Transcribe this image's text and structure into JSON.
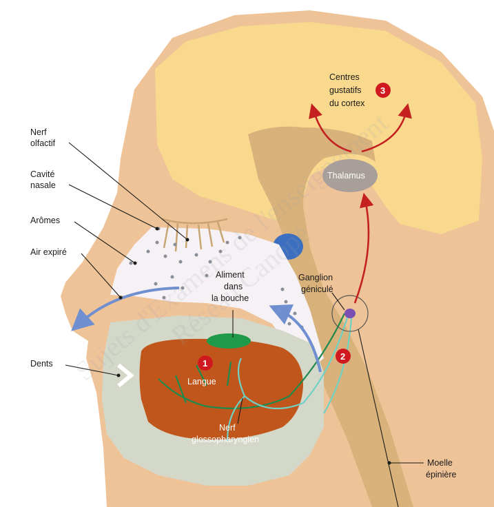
{
  "labels": {
    "nerf_olfactif": [
      "Nerf",
      "olfactif"
    ],
    "cavite_nasale": [
      "Cavité",
      "nasale"
    ],
    "aromes": "Arômes",
    "air_expire": "Air expiré",
    "dents": "Dents",
    "centres_gustatifs": [
      "Centres",
      "gustatifs",
      "du cortex"
    ],
    "thalamus": "Thalamus",
    "aliment": [
      "Aliment",
      "dans",
      "la bouche"
    ],
    "ganglion": [
      "Ganglion",
      "géniculé"
    ],
    "langue": "Langue",
    "nerf_glosso": [
      "Nerf",
      "glossopharyngien"
    ],
    "moelle": [
      "Moelle",
      "épinière"
    ]
  },
  "steps": [
    "1",
    "2",
    "3"
  ],
  "watermark": [
    "Sujets d'Examens de l'enseignement",
    "Réseau Canopé"
  ],
  "colors": {
    "skin": "#efc398",
    "brain": "#f8d98e",
    "brain_stem": "#d8b27a",
    "nasal_cavity": "#f6f1f4",
    "tongue": "#c0561b",
    "mouth_palate": "#d4d8c8",
    "nerve_green": "#1f8a4d",
    "nerve_teal": "#6fd1c5",
    "arrow_red": "#c42020",
    "arrow_blue": "#6f8fd0",
    "step_badge": "#d0191f",
    "thalamus": "#a89e9a",
    "ganglion": "#7b4fb2",
    "blue_gland": "#3d6fc0"
  }
}
